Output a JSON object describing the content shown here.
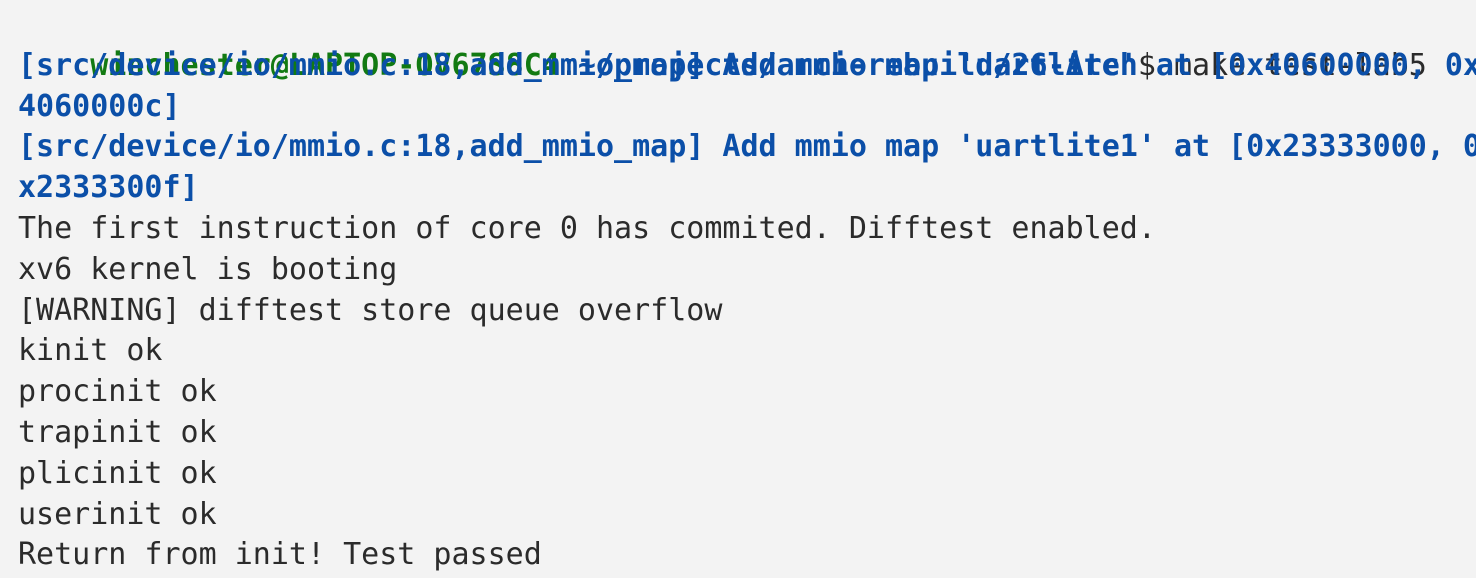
{
  "prompt": {
    "user_host": "winchester@LAPTOP-OV67S8C4",
    "separator": ":",
    "path": "~/projects/arch-rebuild/26-Arch",
    "dollar": "$",
    "command": " make test-lab5"
  },
  "output": [
    {
      "text": "[src/device/io/mmio.c:18,add_mmio_map] Add mmio map 'uartlite' at [0x40600000, 0x",
      "style": "log"
    },
    {
      "text": "4060000c]",
      "style": "log"
    },
    {
      "text": "[src/device/io/mmio.c:18,add_mmio_map] Add mmio map 'uartlite1' at [0x23333000, 0",
      "style": "log"
    },
    {
      "text": "x2333300f]",
      "style": "log"
    },
    {
      "text": "The first instruction of core 0 has commited. Difftest enabled.",
      "style": "plain"
    },
    {
      "text": "xv6 kernel is booting",
      "style": "plain"
    },
    {
      "text": "[WARNING] difftest store queue overflow",
      "style": "plain"
    },
    {
      "text": "kinit ok",
      "style": "plain"
    },
    {
      "text": "procinit ok",
      "style": "plain"
    },
    {
      "text": "trapinit ok",
      "style": "plain"
    },
    {
      "text": "plicinit ok",
      "style": "plain"
    },
    {
      "text": "userinit ok",
      "style": "plain"
    },
    {
      "text": "Return from init! Test passed",
      "style": "plain"
    }
  ],
  "colors": {
    "background": "#f3f3f3",
    "prompt_user": "#127a12",
    "prompt_path": "#0b4fa8",
    "log_text": "#0b4fa8",
    "plain_text": "#2b2b2b"
  }
}
